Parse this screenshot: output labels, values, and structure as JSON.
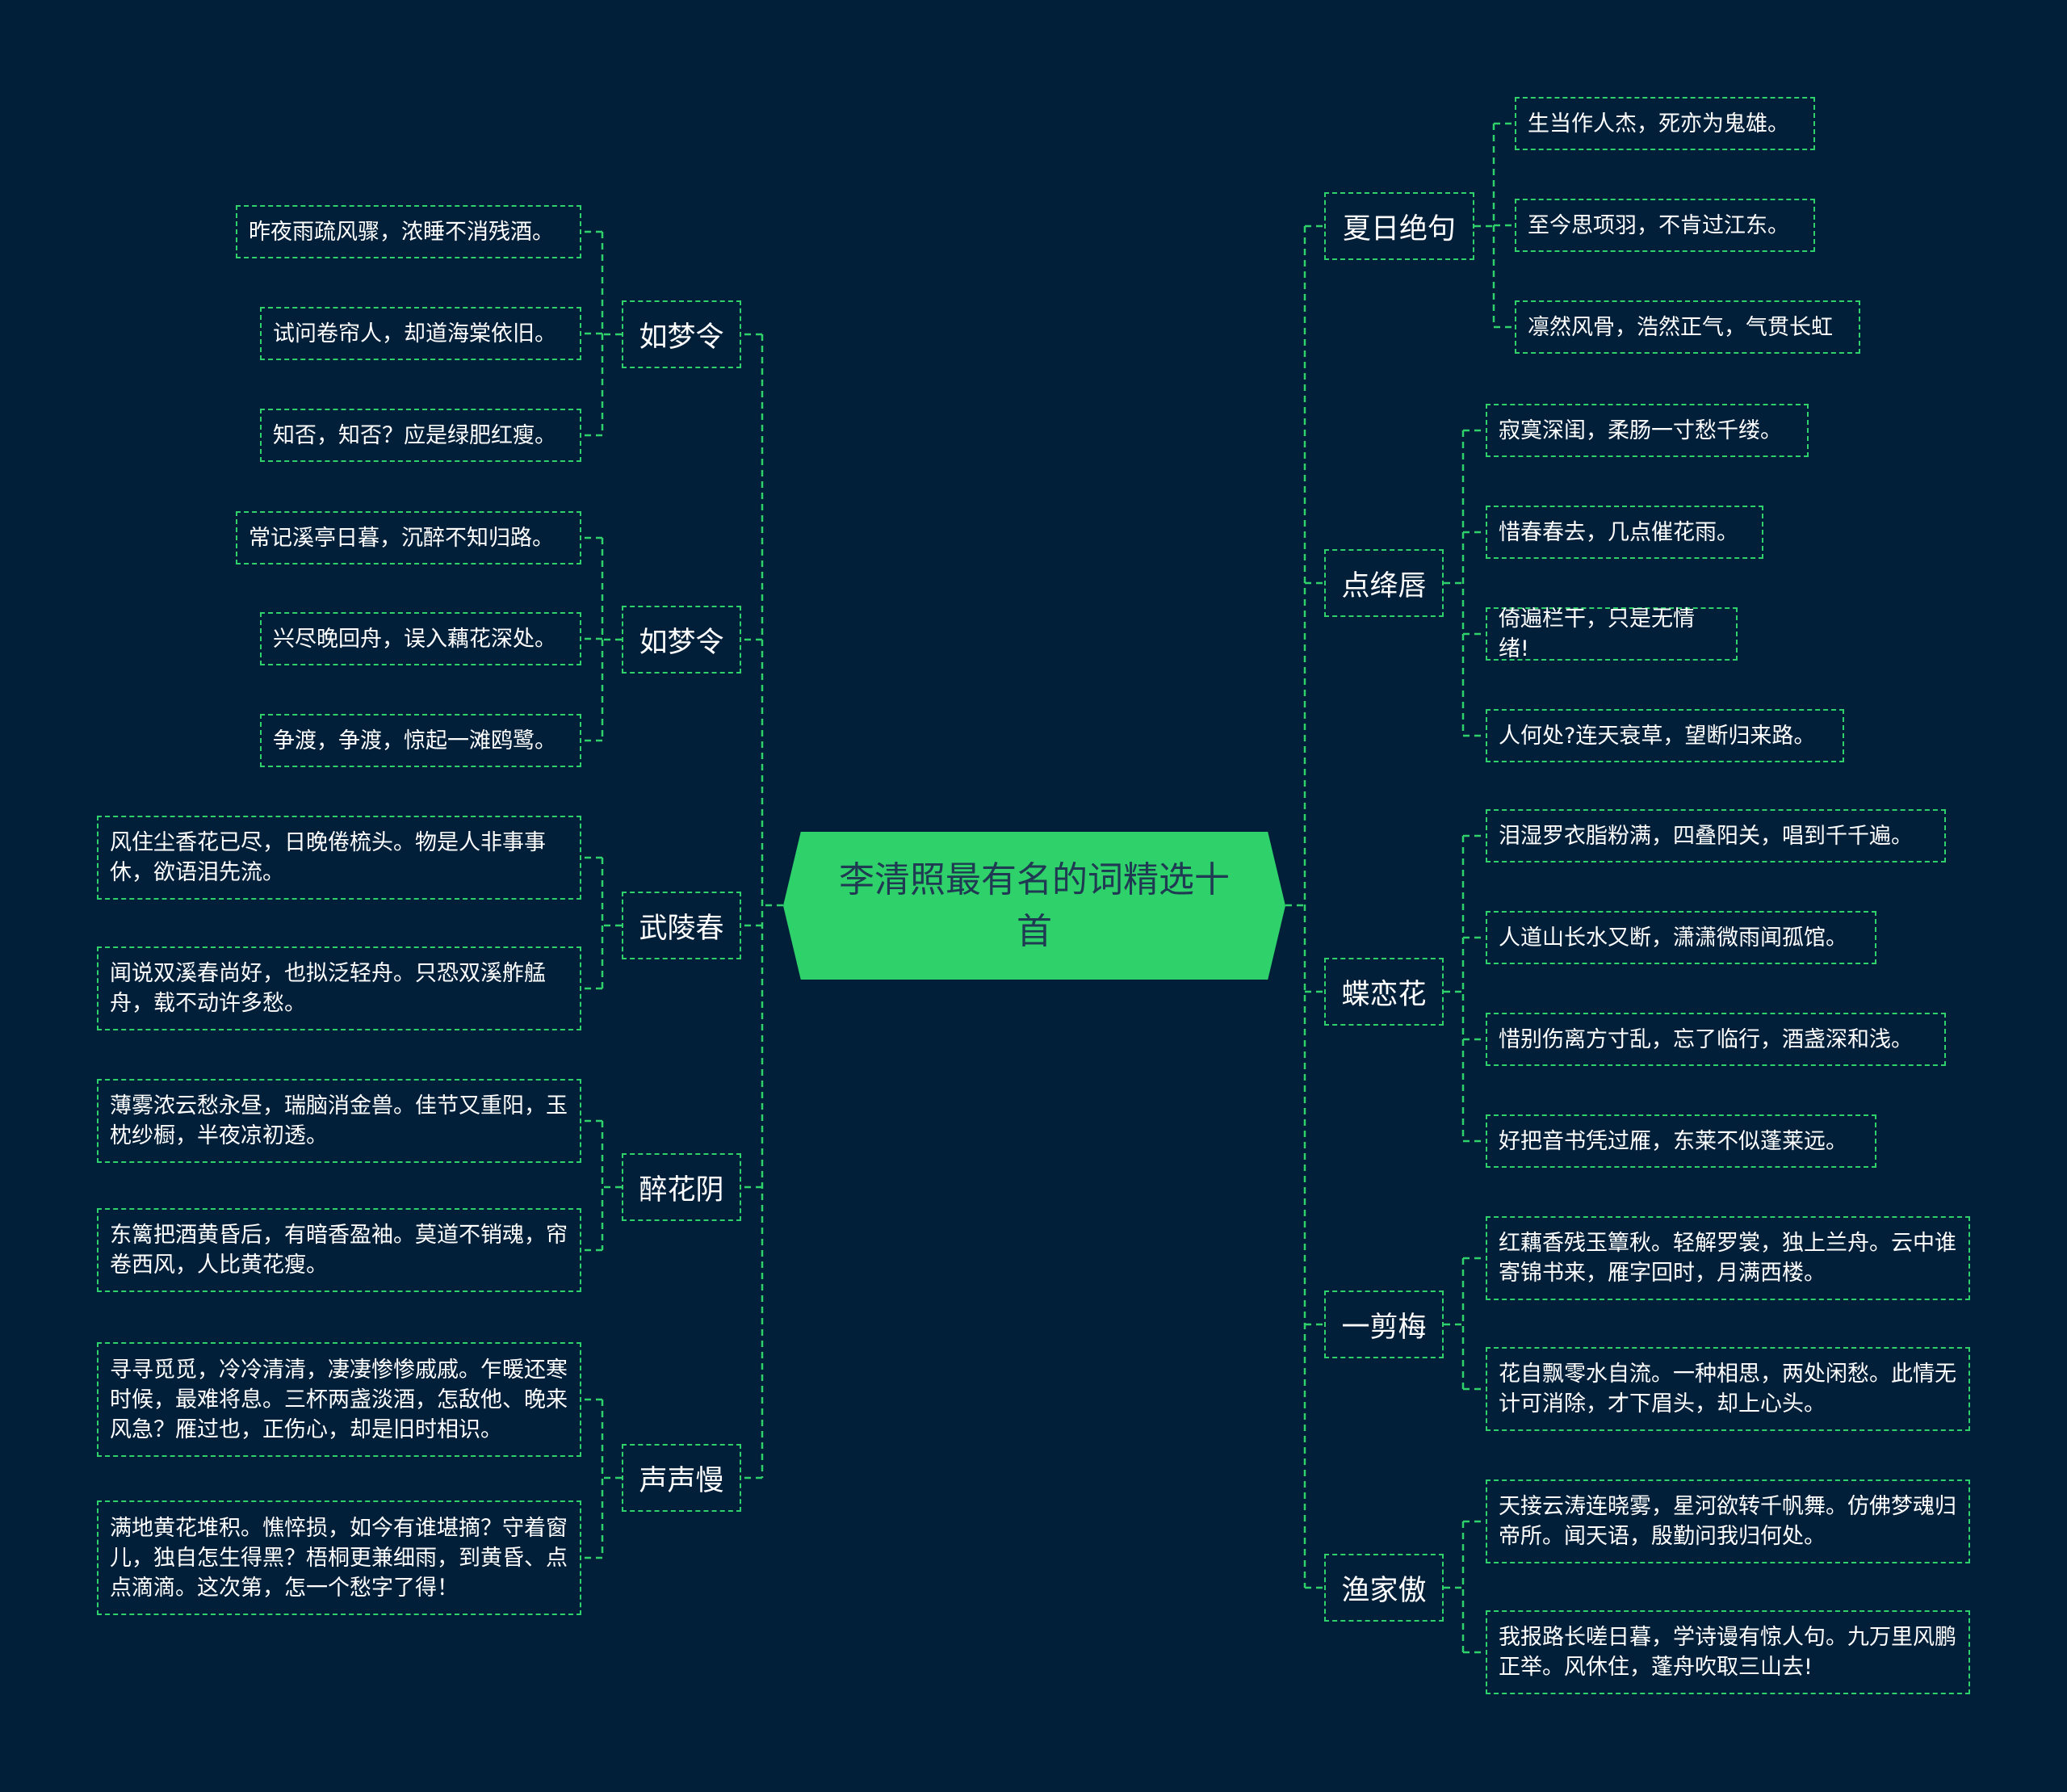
{
  "root": {
    "title": "李清照最有名的词精选十首"
  },
  "colors": {
    "background": "#021f3a",
    "line": "#2fd16a",
    "center_fill": "#2fd16a",
    "center_text": "#1f3a52",
    "text": "#ffffff"
  },
  "left": [
    {
      "title": "如梦令",
      "lines": [
        "昨夜雨疏风骤，浓睡不消残酒。",
        "试问卷帘人，却道海棠依旧。",
        "知否，知否？应是绿肥红瘦。"
      ]
    },
    {
      "title": "如梦令",
      "lines": [
        "常记溪亭日暮，沉醉不知归路。",
        "兴尽晚回舟，误入藕花深处。",
        "争渡，争渡，惊起一滩鸥鹭。"
      ]
    },
    {
      "title": "武陵春",
      "lines": [
        "风住尘香花已尽，日晚倦梳头。物是人非事事休，欲语泪先流。",
        "闻说双溪春尚好，也拟泛轻舟。只恐双溪舴艋舟，载不动许多愁。"
      ]
    },
    {
      "title": "醉花阴",
      "lines": [
        "薄雾浓云愁永昼，瑞脑消金兽。佳节又重阳，玉枕纱橱，半夜凉初透。",
        "东篱把酒黄昏后，有暗香盈袖。莫道不销魂，帘卷西风，人比黄花瘦。"
      ]
    },
    {
      "title": "声声慢",
      "lines": [
        "寻寻觅觅，冷冷清清，凄凄惨惨戚戚。乍暖还寒时候，最难将息。三杯两盏淡酒，怎敌他、晚来风急？雁过也，正伤心，却是旧时相识。",
        "满地黄花堆积。憔悴损，如今有谁堪摘？守着窗儿，独自怎生得黑？梧桐更兼细雨，到黄昏、点点滴滴。这次第，怎一个愁字了得！"
      ]
    }
  ],
  "right": [
    {
      "title": "夏日绝句",
      "lines": [
        "生当作人杰，死亦为鬼雄。",
        "至今思项羽，不肯过江东。",
        "凛然风骨，浩然正气，气贯长虹"
      ]
    },
    {
      "title": "点绛唇",
      "lines": [
        "寂寞深闺，柔肠一寸愁千缕。",
        "惜春春去，几点催花雨。",
        "倚遍栏干，只是无情绪!",
        "人何处?连天衰草，望断归来路。"
      ]
    },
    {
      "title": "蝶恋花",
      "lines": [
        "泪湿罗衣脂粉满，四叠阳关，唱到千千遍。",
        "人道山长水又断，潇潇微雨闻孤馆。",
        "惜别伤离方寸乱，忘了临行，酒盏深和浅。",
        "好把音书凭过雁，东莱不似蓬莱远。"
      ]
    },
    {
      "title": "一剪梅",
      "lines": [
        "红藕香残玉簟秋。轻解罗裳，独上兰舟。云中谁寄锦书来，雁字回时，月满西楼。",
        "花自飘零水自流。一种相思，两处闲愁。此情无计可消除，才下眉头，却上心头。"
      ]
    },
    {
      "title": "渔家傲",
      "lines": [
        "天接云涛连晓雾，星河欲转千帆舞。仿佛梦魂归帝所。闻天语，殷勤问我归何处。",
        "我报路长嗟日暮，学诗谩有惊人句。九万里风鹏正举。风休住，蓬舟吹取三山去!"
      ]
    }
  ]
}
